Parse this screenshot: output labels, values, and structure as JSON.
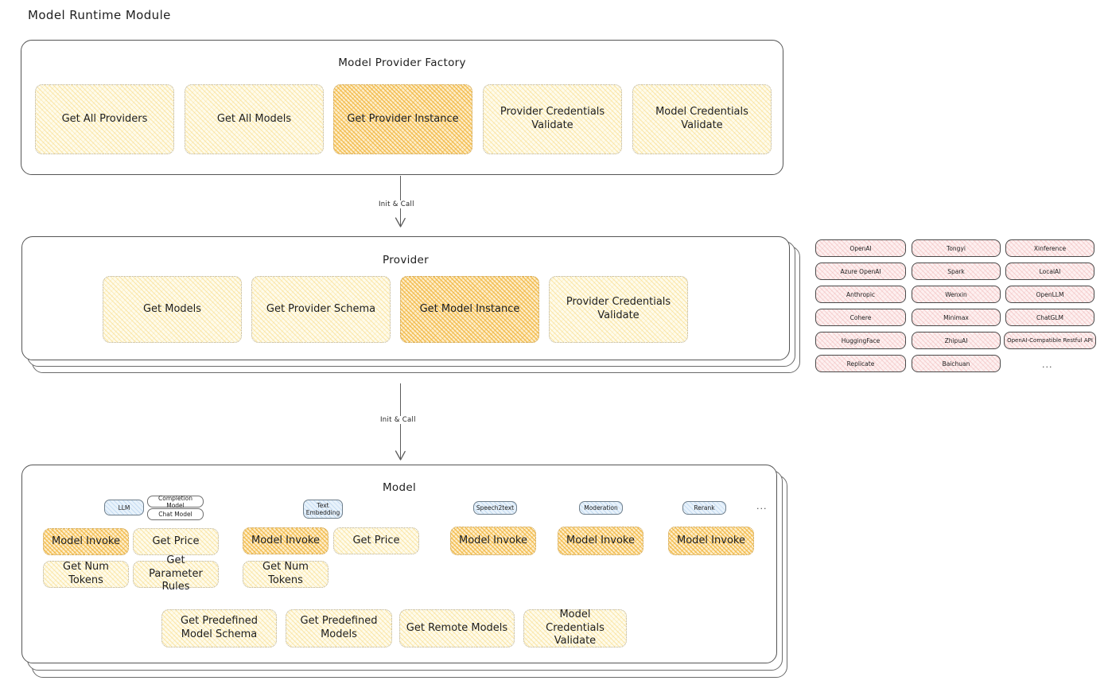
{
  "page": {
    "title": "Model Runtime Module"
  },
  "factory": {
    "title": "Model Provider Factory",
    "nodes": [
      {
        "label": "Get All Providers",
        "highlighted": false
      },
      {
        "label": "Get All Models",
        "highlighted": false
      },
      {
        "label": "Get Provider Instance",
        "highlighted": true
      },
      {
        "label": "Provider Credentials Validate",
        "highlighted": false
      },
      {
        "label": "Model Credentials Validate",
        "highlighted": false
      }
    ]
  },
  "arrows": [
    {
      "label": "Init & Call",
      "from": "Model Provider Factory",
      "to": "Provider"
    },
    {
      "label": "Init & Call",
      "from": "Provider",
      "to": "Model"
    }
  ],
  "provider": {
    "title": "Provider",
    "nodes": [
      {
        "label": "Get Models",
        "highlighted": false
      },
      {
        "label": "Get Provider Schema",
        "highlighted": false
      },
      {
        "label": "Get Model Instance",
        "highlighted": true
      },
      {
        "label": "Provider Credentials Validate",
        "highlighted": false
      }
    ]
  },
  "provider_list": {
    "columns": [
      [
        "OpenAI",
        "Azure OpenAI",
        "Anthropic",
        "Cohere",
        "HuggingFace",
        "Replicate"
      ],
      [
        "Tongyi",
        "Spark",
        "Wenxin",
        "Minimax",
        "ZhipuAI",
        "Baichuan"
      ],
      [
        "Xinference",
        "LocalAI",
        "OpenLLM",
        "ChatGLM",
        "OpenAI-Compatible Restful API"
      ]
    ],
    "more": "..."
  },
  "model": {
    "title": "Model",
    "more": "...",
    "types": [
      {
        "name": "LLM",
        "sub_tags": [
          "Completion Model",
          "Chat Model"
        ],
        "methods": [
          {
            "label": "Model Invoke",
            "highlighted": true
          },
          {
            "label": "Get Price",
            "highlighted": false
          },
          {
            "label": "Get Num Tokens",
            "highlighted": false
          },
          {
            "label": "Get Parameter Rules",
            "highlighted": false
          }
        ]
      },
      {
        "name": "Text Embedding",
        "sub_tags": [],
        "methods": [
          {
            "label": "Model Invoke",
            "highlighted": true
          },
          {
            "label": "Get Price",
            "highlighted": false
          },
          {
            "label": "Get Num Tokens",
            "highlighted": false
          }
        ]
      },
      {
        "name": "Speech2text",
        "sub_tags": [],
        "methods": [
          {
            "label": "Model Invoke",
            "highlighted": true
          }
        ]
      },
      {
        "name": "Moderation",
        "sub_tags": [],
        "methods": [
          {
            "label": "Model Invoke",
            "highlighted": true
          }
        ]
      },
      {
        "name": "Rerank",
        "sub_tags": [],
        "methods": [
          {
            "label": "Model Invoke",
            "highlighted": true
          }
        ]
      }
    ],
    "common_methods": [
      "Get Predefined Model Schema",
      "Get Predefined Models",
      "Get Remote Models",
      "Model Credentials Validate"
    ]
  },
  "colors": {
    "highlight_fill": "#f0b236",
    "node_fill": "#fefbeb",
    "provider_fill": "#fdf0f0",
    "tag_fill": "#e8f2fb",
    "stroke": "#1e1e1e"
  }
}
